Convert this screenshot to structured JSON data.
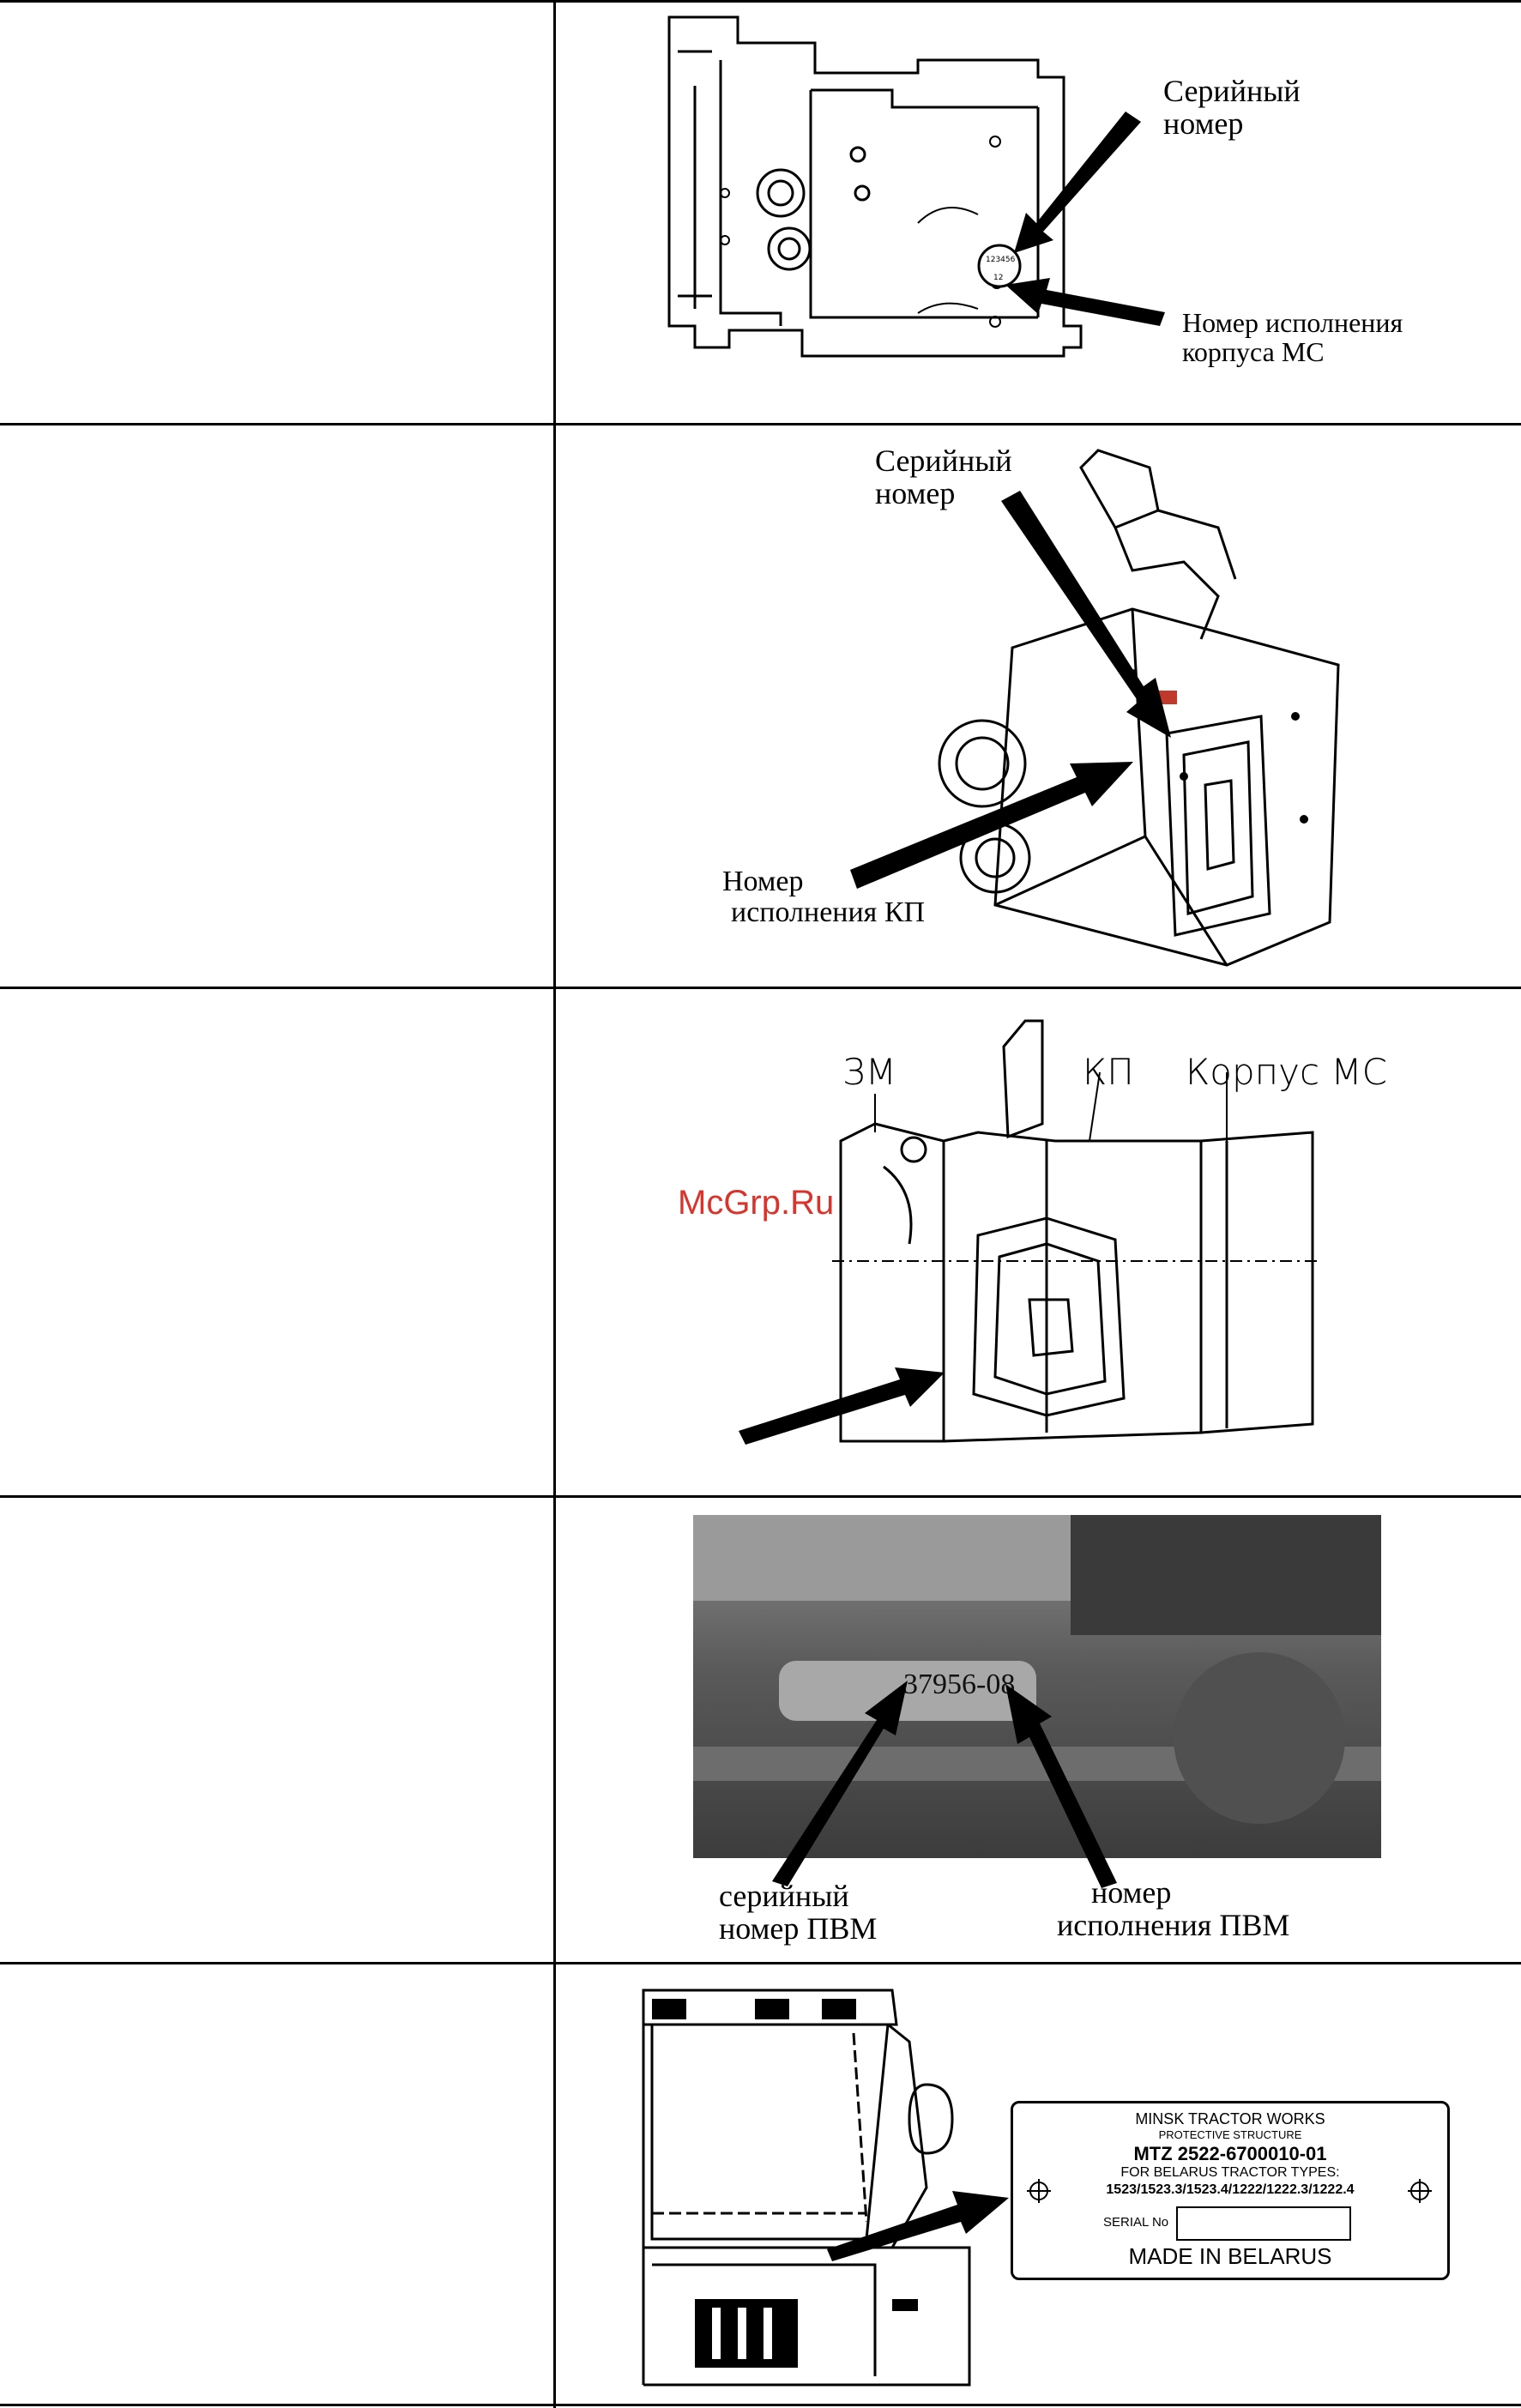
{
  "rows": [
    {
      "labels": {
        "serial": [
          "Серийный",
          "номер"
        ],
        "variant": [
          "Номер исполнения",
          "корпуса МС"
        ],
        "plate_digits": [
          "123456",
          "12"
        ]
      }
    },
    {
      "labels": {
        "serial": [
          "Серийный",
          "номер"
        ],
        "variant": [
          "Номер",
          "исполнения КП"
        ]
      }
    },
    {
      "labels": {
        "zm": "ЗМ",
        "kp": "КП",
        "housing": "Корпус МС"
      }
    },
    {
      "labels": {
        "stamp": "37956-08",
        "serial": [
          "серийный",
          "номер ПВМ"
        ],
        "variant": [
          "номер",
          "исполнения ПВМ"
        ]
      }
    },
    {
      "plate": {
        "line1": "MINSK TRACTOR WORKS",
        "line2": "PROTECTIVE  STRUCTURE",
        "line3": "MTZ 2522-6700010-01",
        "line4": "FOR BELARUS TRACTOR TYPES:",
        "line5": "1523/1523.3/1523.4/1222/1222.3/1222.4",
        "serial_label": "SERIAL No",
        "line7": "MADE IN BELARUS"
      }
    }
  ],
  "watermark": "McGrp.Ru"
}
